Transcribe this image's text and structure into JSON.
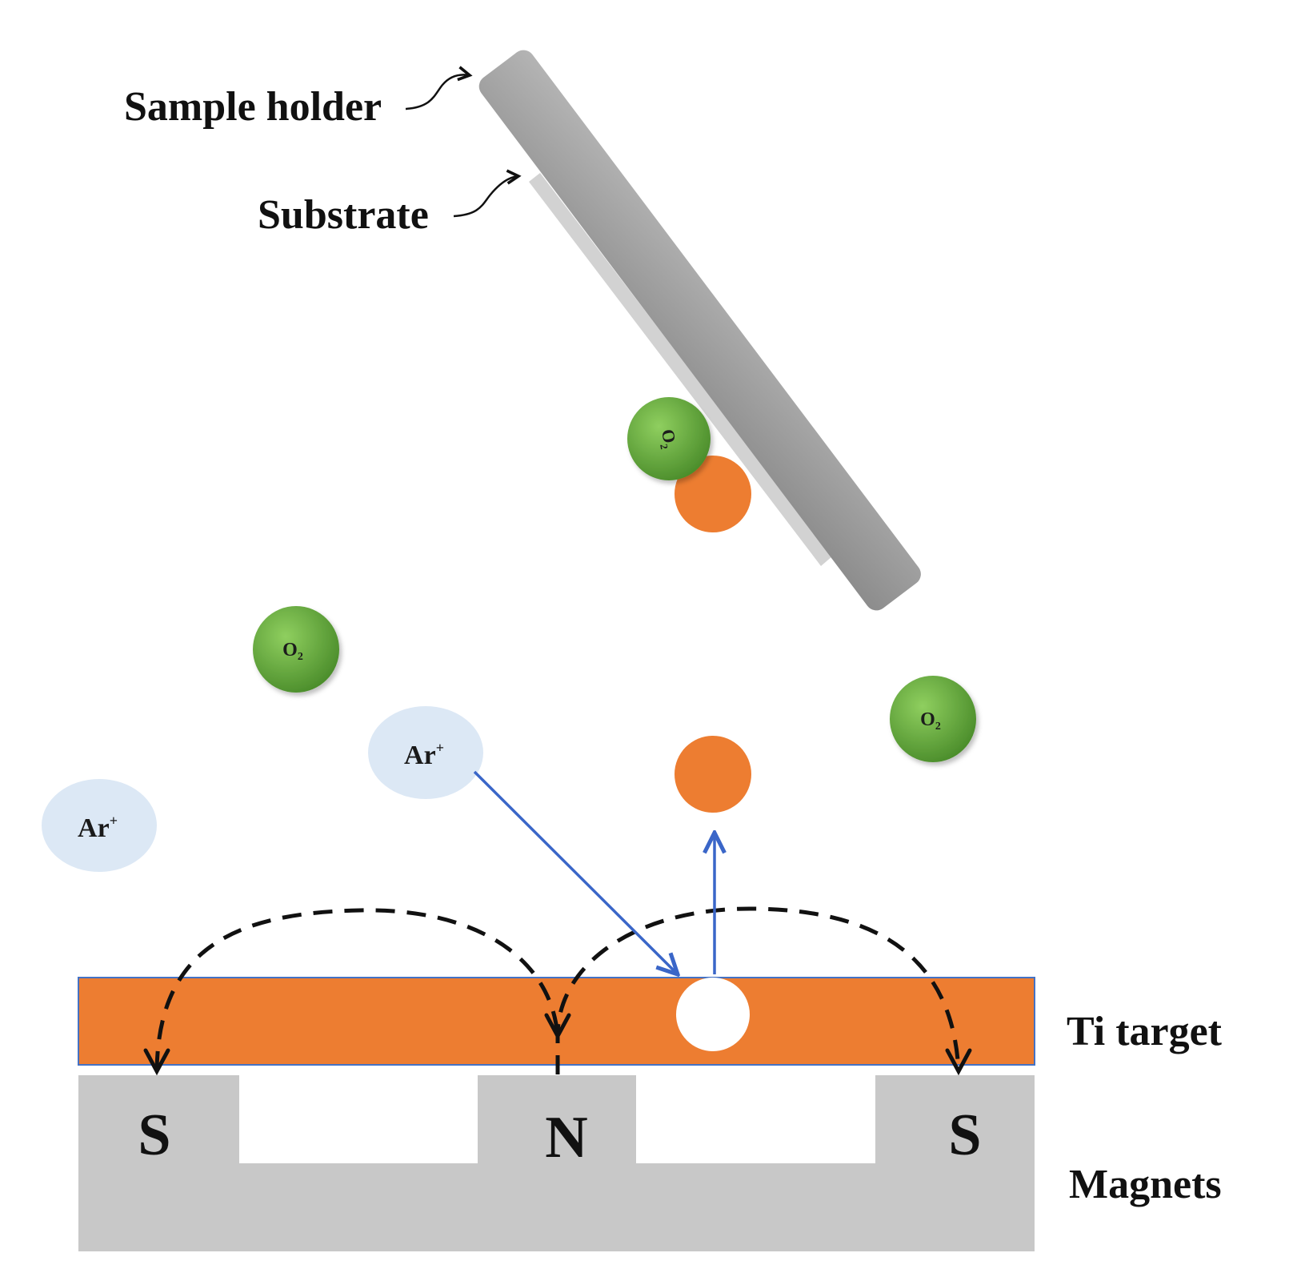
{
  "labels": {
    "sample_holder": "Sample holder",
    "substrate": "Substrate",
    "ti_target": "Ti target",
    "magnets": "Magnets"
  },
  "poles": [
    "S",
    "N",
    "S"
  ],
  "ions": {
    "argon": "Ar",
    "argon_charge": "+",
    "oxygen": "O",
    "oxygen_subscript": "2"
  },
  "colors": {
    "target": "#ed7d31",
    "target_border": "#4472c4",
    "magnet": "#c8c8c8",
    "holder": "#a0a0a0",
    "substrate": "#d0d0d0",
    "oxygen": "#5a9e32",
    "argon": "#dce8f5",
    "ti_atom": "#ed7d31",
    "trajectory_arrow": "#3a66c8",
    "field_line": "#111111"
  }
}
